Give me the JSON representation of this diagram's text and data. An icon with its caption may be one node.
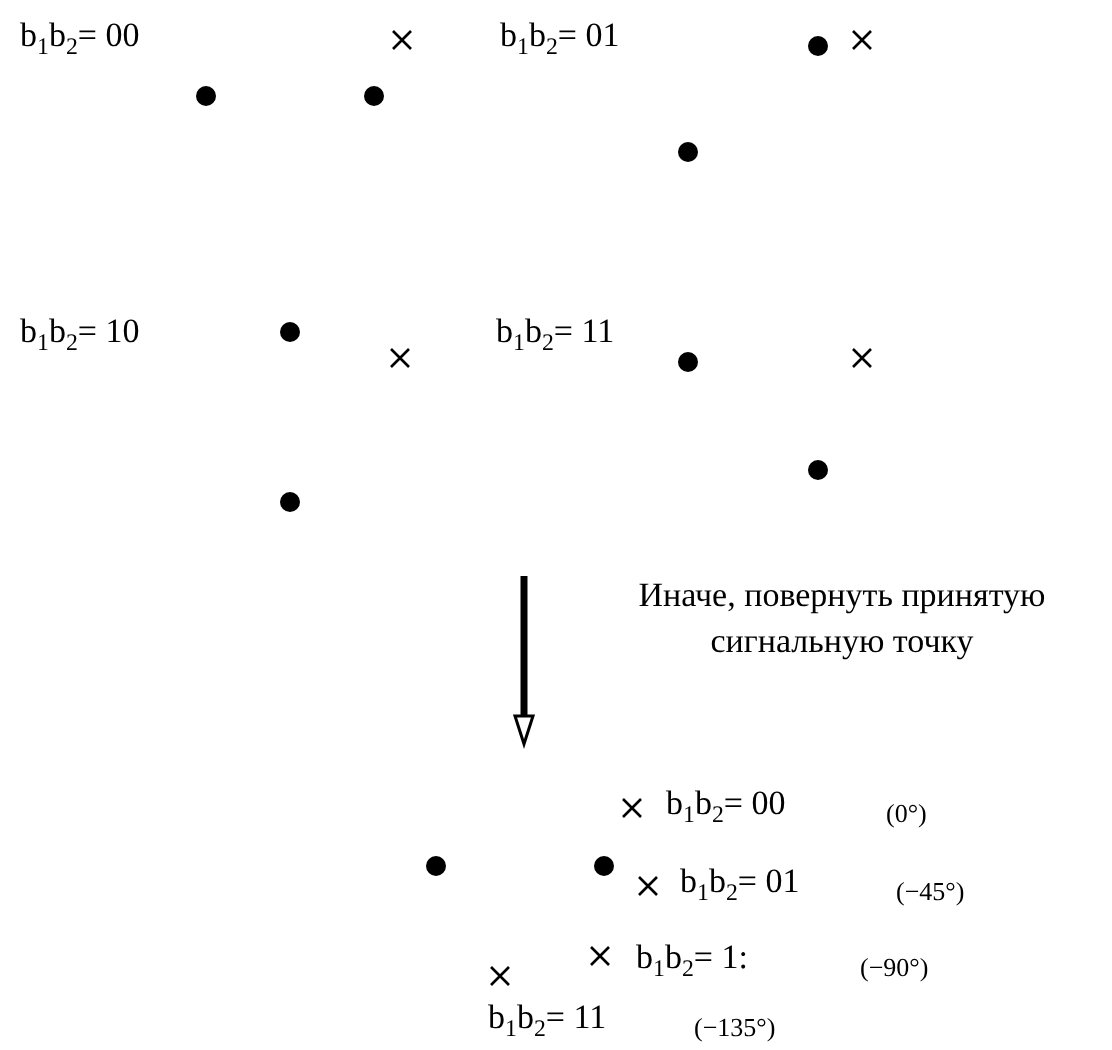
{
  "diagram": {
    "labels": [
      "b$_{1}$b$_{2}$= 00",
      "b$_{1}$b$_{2}$= 01",
      "b$_{1}$b$_{2}$= 10",
      "b$_{1}$b$_{2}$= 11",
      "Иначе, повернуть принятую сигнальную точку",
      "b$_{1}$b$_{2}$= 00",
      "(0°)",
      "b$_{1}$b$_{2}$= 01",
      "(−45°)",
      "b$_{1}$b$_{2}$= 1:",
      "(−90°)",
      "b$_{1}$b$_{2}$= 11",
      "(−135°)"
    ]
  }
}
